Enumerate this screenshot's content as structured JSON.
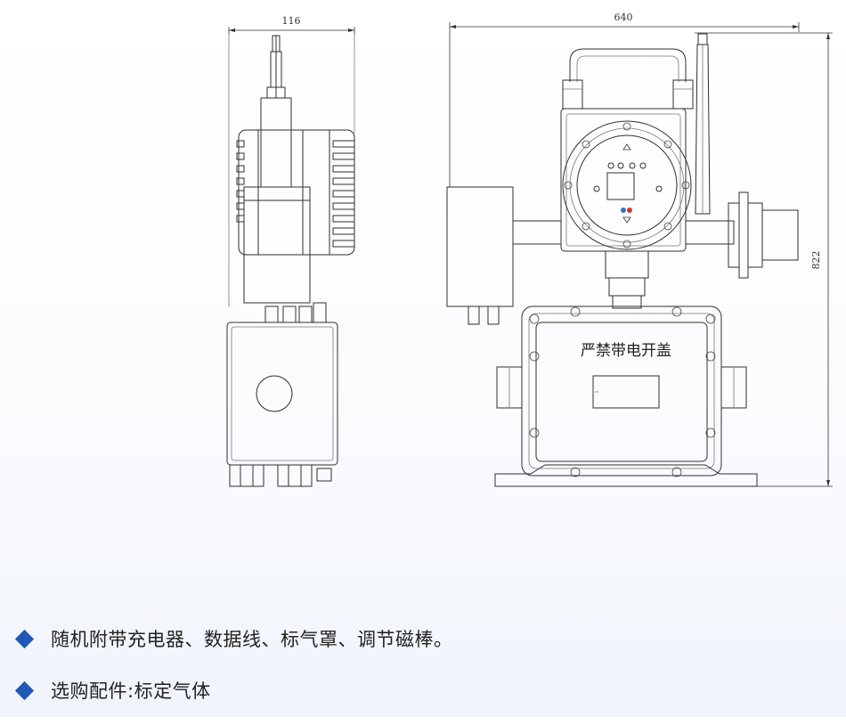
{
  "dimensions": {
    "side_width": "116",
    "front_width": "640",
    "front_height": "822"
  },
  "cover_label": "严禁带电开盖",
  "notes": [
    "随机附带充电器、数据线、标气罩、调节磁棒。",
    "选购配件:标定气体"
  ],
  "bullet_color": "#2058b8"
}
